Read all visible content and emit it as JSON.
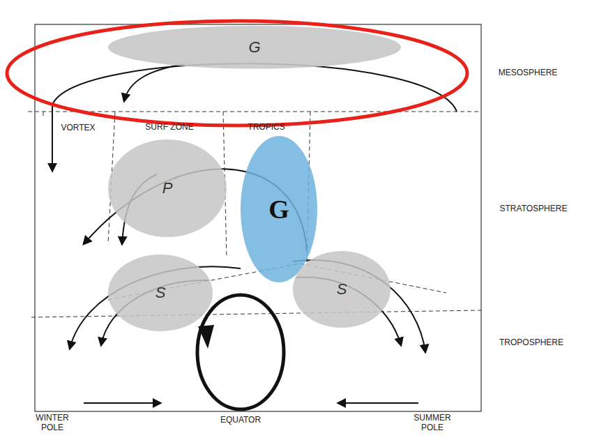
{
  "diagram": {
    "nodes": [
      {
        "text": [
          "G"
        ]
      },
      {
        "text": [
          "P"
        ]
      },
      {
        "text": [
          "G"
        ]
      },
      {
        "text": [
          "S"
        ]
      },
      {
        "text": [
          "S"
        ]
      }
    ],
    "labels": [
      "MESOSPHERE",
      "VORTEX",
      "SURF ZONE",
      "TROPICS",
      "STRATOSPHERE",
      "TROPOSPHERE",
      "WINTER POLE",
      "EQUATOR",
      "SUMMER POLE"
    ]
  }
}
